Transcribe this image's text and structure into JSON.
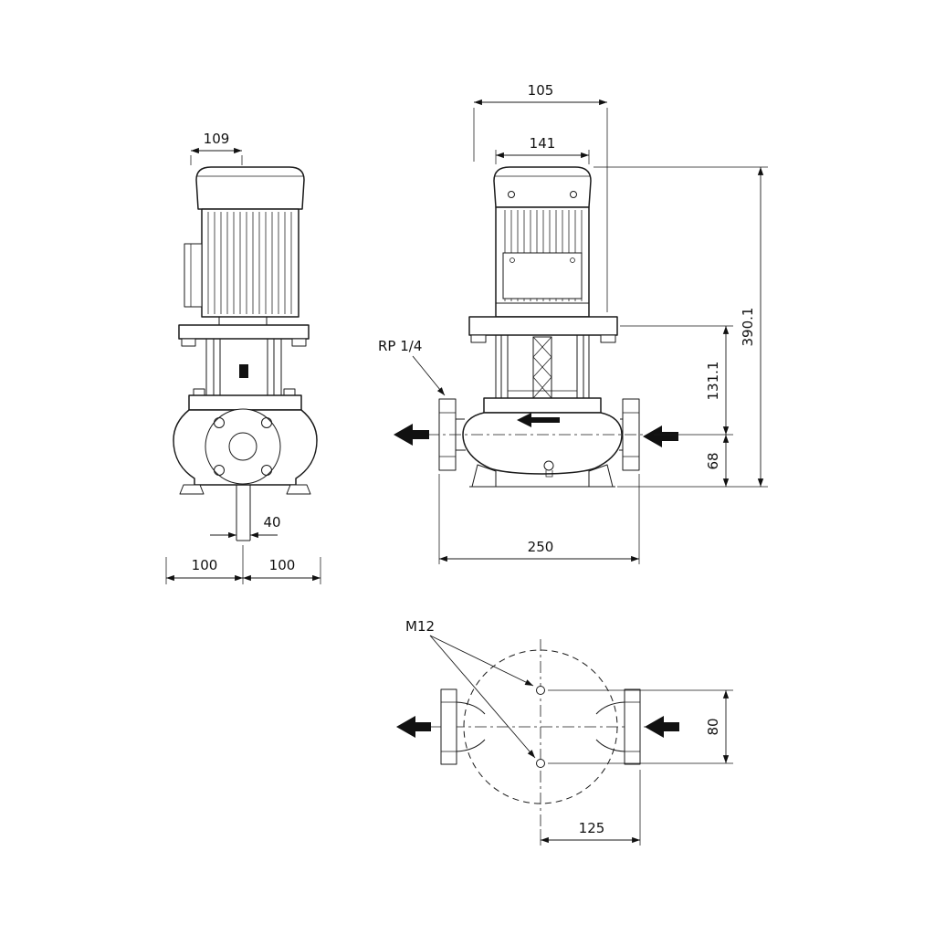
{
  "colors": {
    "line": "#1a1a1a",
    "background": "#ffffff",
    "arrow_fill": "#111111"
  },
  "views": {
    "side": {
      "dims": {
        "motor_width": "109",
        "port_width": "40",
        "base_left": "100",
        "base_right": "100"
      }
    },
    "front": {
      "labels": {
        "gauge_port": "RP 1/4"
      },
      "dims": {
        "top_width": "105",
        "motor_width": "141",
        "total_height": "390.1",
        "head_height": "131.1",
        "port_center_height": "68",
        "port_to_port": "250"
      }
    },
    "plan": {
      "labels": {
        "bolt_thread": "M12"
      },
      "dims": {
        "hole_spacing": "80",
        "center_to_flange": "125"
      }
    }
  }
}
